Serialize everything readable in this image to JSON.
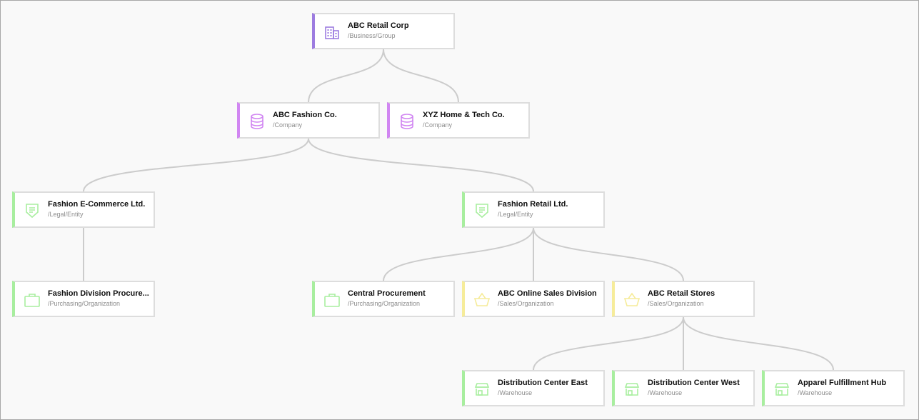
{
  "colors": {
    "business": "#9d7ce0",
    "company": "#d186f2",
    "entity": "#a8ee9f",
    "purchasing": "#a8ee9f",
    "sales": "#f6ec9a",
    "warehouse": "#a8ee9f"
  },
  "nodes": [
    {
      "id": "abc-retail-corp",
      "name": "ABC Retail Corp",
      "path": "/Business/Group",
      "icon": "building-icon",
      "accent": "#9d7ce0"
    },
    {
      "id": "abc-fashion-co",
      "name": "ABC Fashion Co.",
      "path": "/Company",
      "icon": "database-icon",
      "accent": "#d186f2"
    },
    {
      "id": "xyz-home-tech",
      "name": "XYZ Home & Tech Co.",
      "path": "/Company",
      "icon": "database-icon",
      "accent": "#d186f2"
    },
    {
      "id": "fashion-ecommerce",
      "name": "Fashion E-Commerce Ltd.",
      "path": "/Legal/Entity",
      "icon": "shield-icon",
      "accent": "#a8ee9f"
    },
    {
      "id": "fashion-retail",
      "name": "Fashion Retail Ltd.",
      "path": "/Legal/Entity",
      "icon": "shield-icon",
      "accent": "#a8ee9f"
    },
    {
      "id": "fashion-division-procurement",
      "name": "Fashion Division Procure...",
      "path": "/Purchasing/Organization",
      "icon": "briefcase-icon",
      "accent": "#a8ee9f"
    },
    {
      "id": "central-procurement",
      "name": "Central Procurement",
      "path": "/Purchasing/Organization",
      "icon": "briefcase-icon",
      "accent": "#a8ee9f"
    },
    {
      "id": "abc-online-sales",
      "name": "ABC Online Sales Division",
      "path": "/Sales/Organization",
      "icon": "basket-icon",
      "accent": "#f6ec9a"
    },
    {
      "id": "abc-retail-stores",
      "name": "ABC Retail Stores",
      "path": "/Sales/Organization",
      "icon": "basket-icon",
      "accent": "#f6ec9a"
    },
    {
      "id": "dc-east",
      "name": "Distribution Center East",
      "path": "/Warehouse",
      "icon": "store-icon",
      "accent": "#a8ee9f"
    },
    {
      "id": "dc-west",
      "name": "Distribution Center West",
      "path": "/Warehouse",
      "icon": "store-icon",
      "accent": "#a8ee9f"
    },
    {
      "id": "apparel-hub",
      "name": "Apparel Fulfillment Hub",
      "path": "/Warehouse",
      "icon": "store-icon",
      "accent": "#a8ee9f"
    }
  ],
  "edges": [
    [
      "abc-retail-corp",
      "abc-fashion-co"
    ],
    [
      "abc-retail-corp",
      "xyz-home-tech"
    ],
    [
      "abc-fashion-co",
      "fashion-ecommerce"
    ],
    [
      "abc-fashion-co",
      "fashion-retail"
    ],
    [
      "fashion-ecommerce",
      "fashion-division-procurement"
    ],
    [
      "fashion-retail",
      "central-procurement"
    ],
    [
      "fashion-retail",
      "abc-online-sales"
    ],
    [
      "fashion-retail",
      "abc-retail-stores"
    ],
    [
      "abc-retail-stores",
      "dc-east"
    ],
    [
      "abc-retail-stores",
      "dc-west"
    ],
    [
      "abc-retail-stores",
      "apparel-hub"
    ]
  ]
}
